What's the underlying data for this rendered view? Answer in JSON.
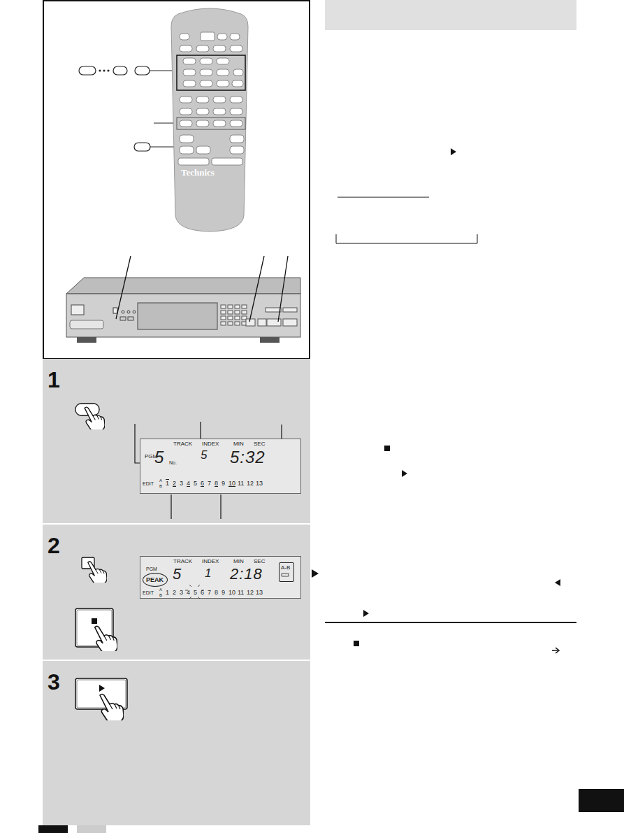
{
  "diagram": {
    "nodes": [
      {
        "text": [
          "Technics"
        ]
      },
      {
        "text": [
          "1"
        ]
      },
      {
        "text": [
          "TRACK",
          "INDEX",
          "MIN",
          "SEC",
          "PGM",
          "5",
          "No.",
          "5",
          "5:32",
          "EDIT",
          "A",
          "B",
          "1",
          "2",
          "3",
          "4",
          "5",
          "6",
          "7",
          "8",
          "9",
          "10",
          "11",
          "12",
          "13"
        ],
        "in": 1
      },
      {
        "text": [
          "2"
        ]
      },
      {
        "text": [
          "TRACK",
          "INDEX",
          "MIN",
          "SEC",
          "PGM",
          "5",
          "1",
          "2:18",
          "EDIT",
          "A",
          "B",
          "1",
          "2",
          "3",
          "4",
          "5",
          "6",
          "7",
          "8",
          "9",
          "10",
          "11",
          "12",
          "13"
        ],
        "in": 3
      },
      {
        "text": [
          "PEAK"
        ],
        "in": 4
      },
      {
        "text": [
          "A-B"
        ],
        "in": 4
      },
      {
        "text": [
          "3"
        ]
      }
    ]
  }
}
